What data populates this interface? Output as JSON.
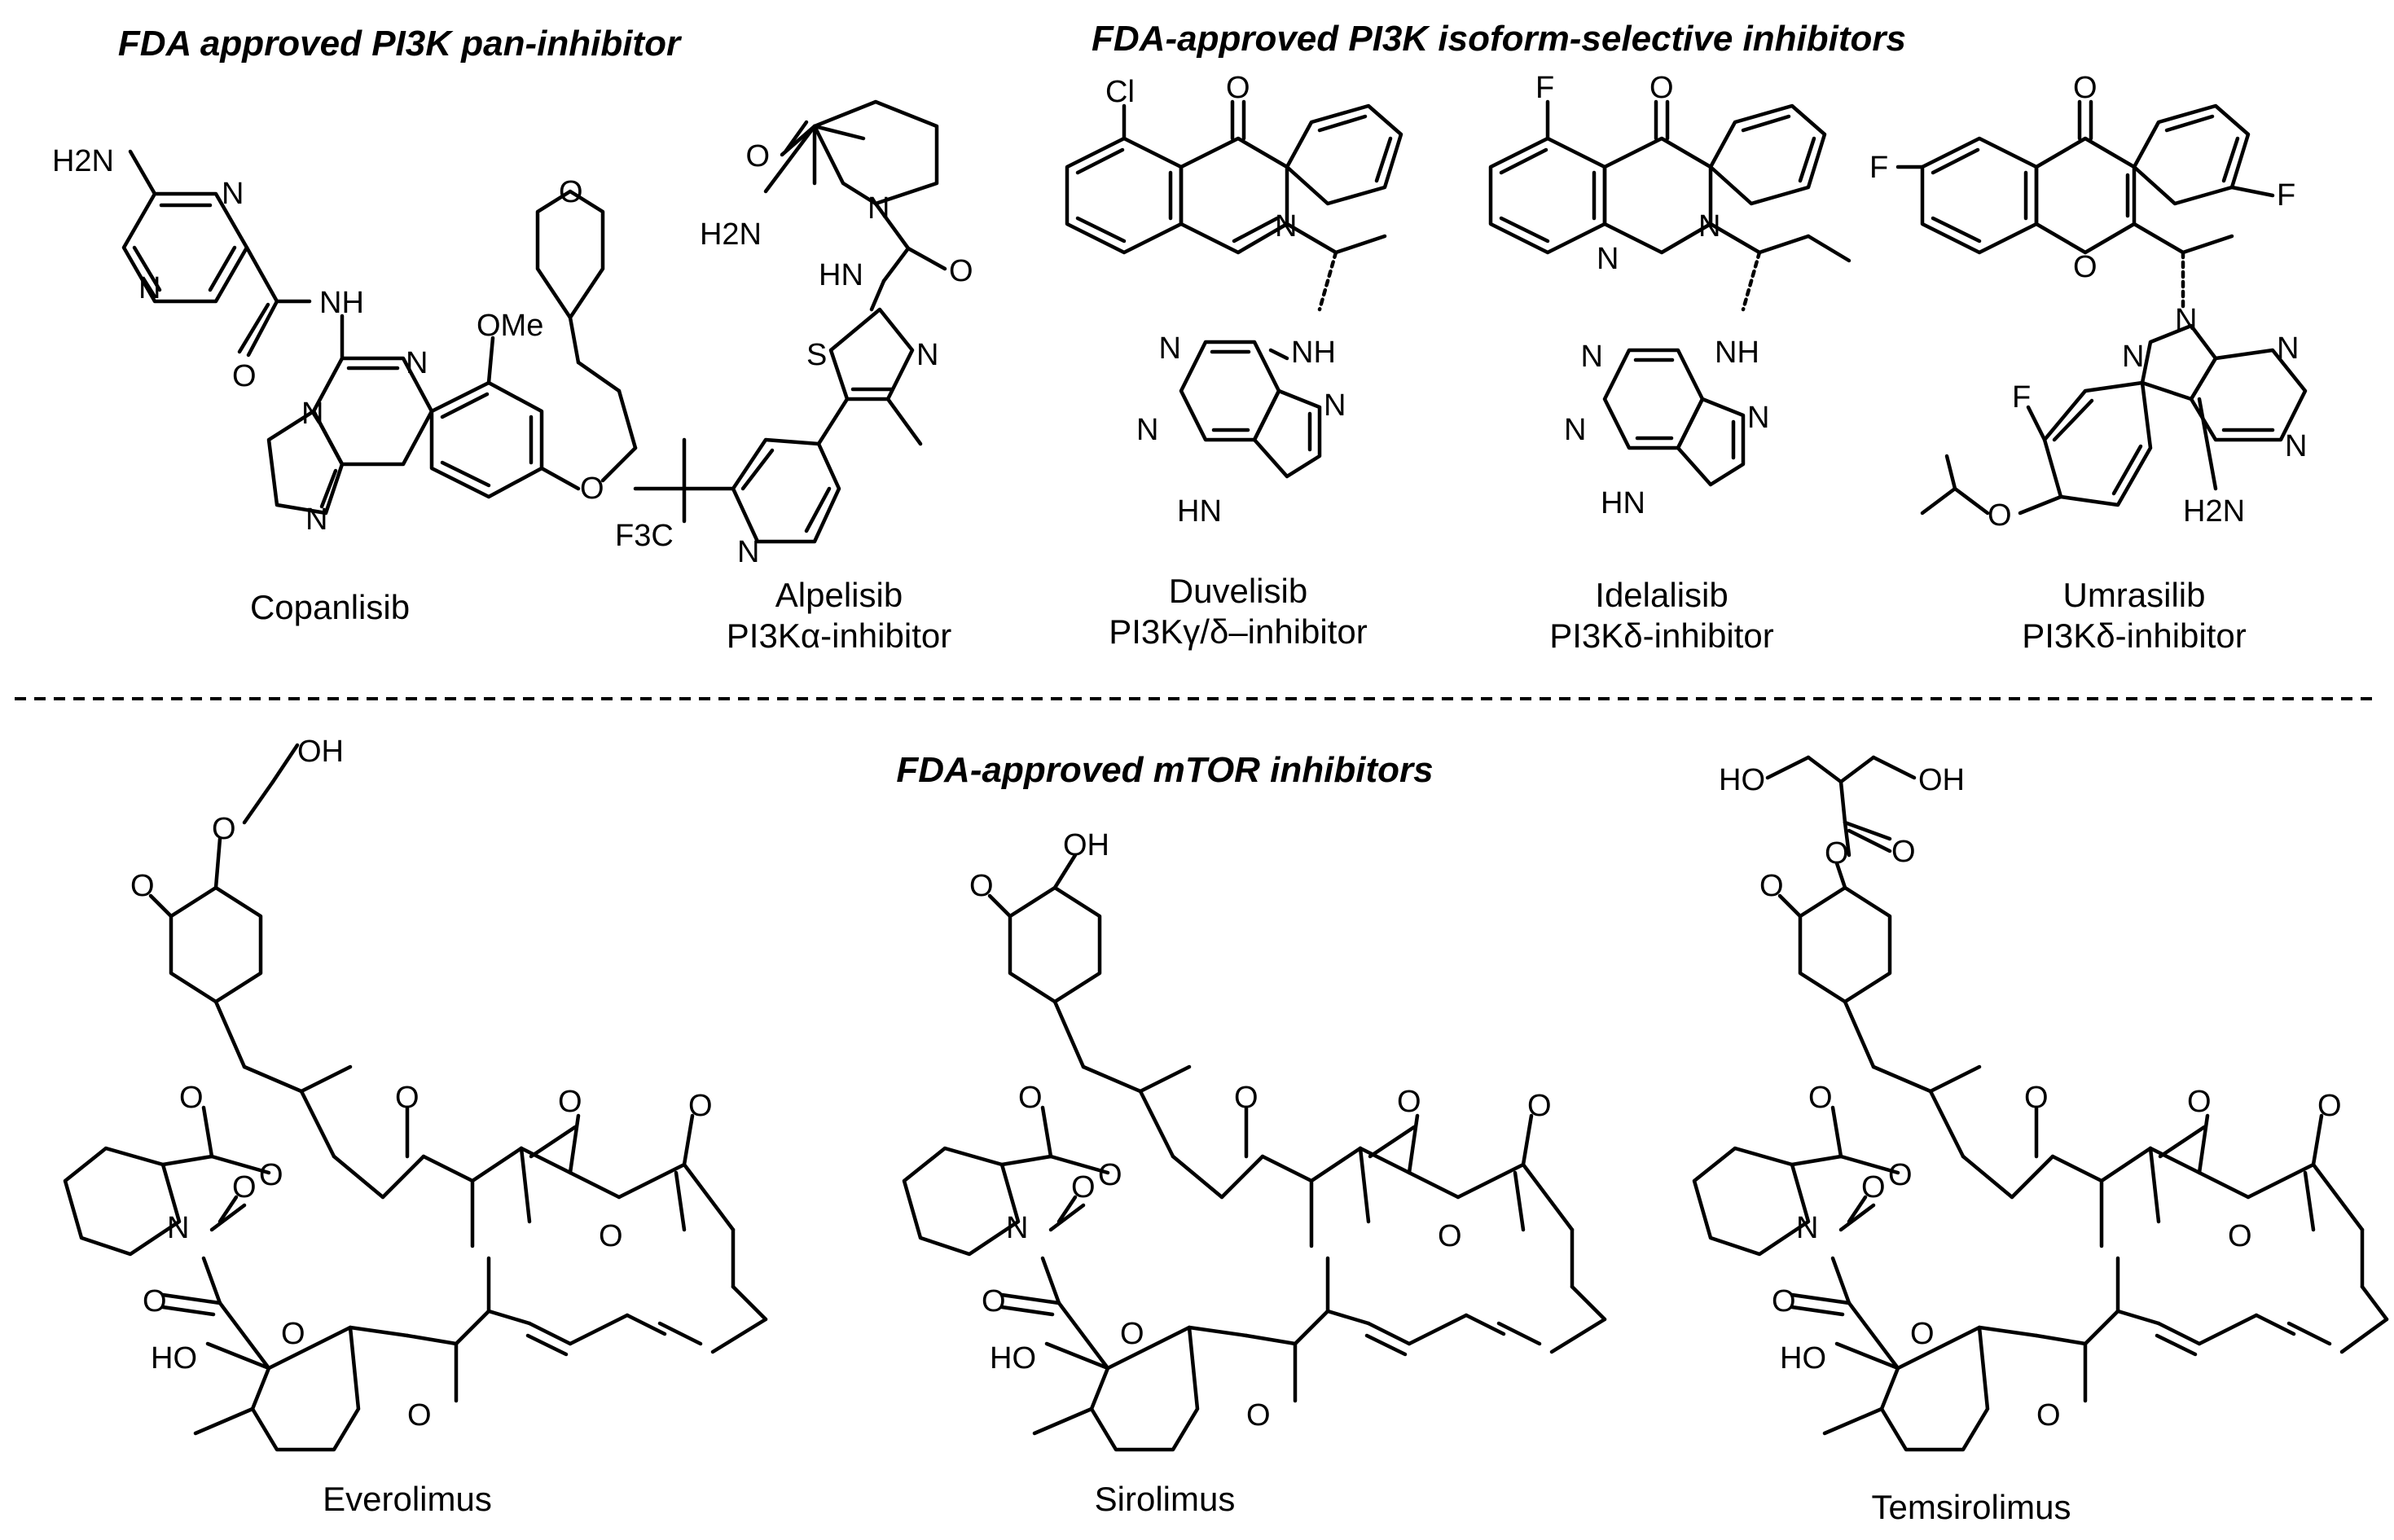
{
  "headings": {
    "pan": "FDA approved PI3K pan-inhibitor",
    "isoform": "FDA-approved PI3K isoform-selective inhibitors",
    "mtor": "FDA-approved mTOR inhibitors"
  },
  "compounds": {
    "copanlisib": {
      "name": "Copanlisib",
      "subtitle": ""
    },
    "alpelisib": {
      "name": "Alpelisib",
      "subtitle": "PI3Kα-inhibitor"
    },
    "duvelisib": {
      "name": "Duvelisib",
      "subtitle": "PI3Kγ/δ–inhibitor"
    },
    "idelalisib": {
      "name": "Idelalisib",
      "subtitle": "PI3Kδ-inhibitor"
    },
    "umrasilib": {
      "name": "Umrasilib",
      "subtitle": "PI3Kδ-inhibitor"
    },
    "everolimus": {
      "name": "Everolimus"
    },
    "sirolimus": {
      "name": "Sirolimus"
    },
    "temsirolimus": {
      "name": "Temsirolimus"
    }
  },
  "atoms": {
    "cop": [
      "H2N",
      "N",
      "N",
      "NH",
      "O",
      "N",
      "N",
      "OMe",
      "N",
      "O",
      "O"
    ],
    "alp": [
      "O",
      "H2N",
      "N",
      "HN",
      "O",
      "S",
      "N",
      "N",
      "F3C"
    ],
    "duv": [
      "Cl",
      "O",
      "N",
      "NH",
      "N",
      "N",
      "N",
      "HN"
    ],
    "ide": [
      "F",
      "O",
      "N",
      "N",
      "NH",
      "N",
      "N",
      "N",
      "HN"
    ],
    "umr": [
      "F",
      "O",
      "F",
      "O",
      "N",
      "N",
      "N",
      "N",
      "F",
      "O",
      "H2N"
    ],
    "evr": [
      "OH",
      "O",
      "O",
      "O",
      "O",
      "O",
      "N",
      "O",
      "O",
      "HO",
      "O",
      "O",
      "O",
      "OH",
      "O",
      "O"
    ],
    "sir": [
      "OH",
      "O",
      "O",
      "O",
      "O",
      "N",
      "O",
      "O",
      "HO",
      "O",
      "O",
      "O",
      "OH",
      "O",
      "O"
    ],
    "tem": [
      "HO",
      "OH",
      "O",
      "O",
      "O",
      "O",
      "O",
      "O",
      "N",
      "O",
      "O",
      "HO",
      "O",
      "O",
      "O",
      "OH",
      "O",
      "O"
    ]
  }
}
